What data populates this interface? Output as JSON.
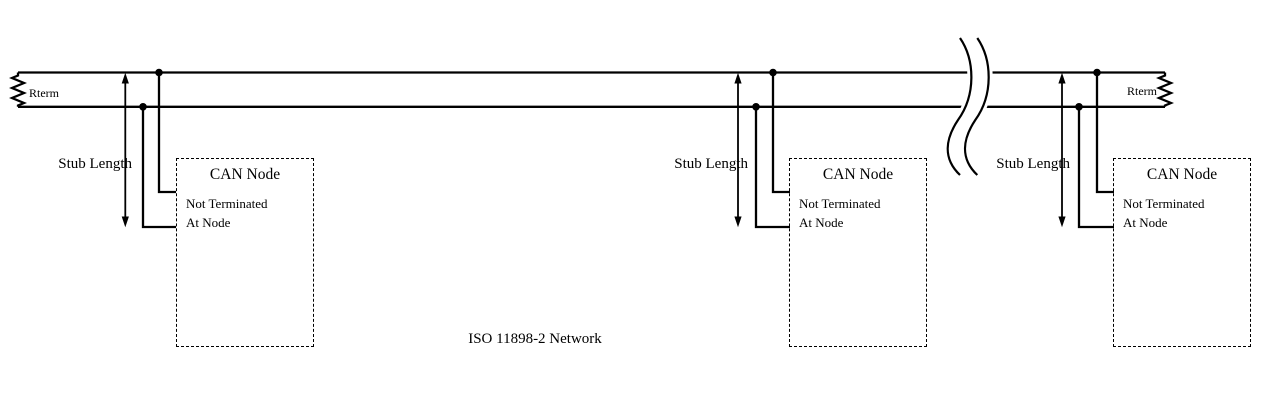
{
  "diagram": {
    "caption": "ISO 11898-2 Network",
    "terminators": {
      "left_label": "Rterm",
      "right_label": "Rterm"
    },
    "nodes": [
      {
        "stub_label": "Stub Length",
        "title": "CAN Node",
        "note_line1": "Not Terminated",
        "note_line2": "At Node"
      },
      {
        "stub_label": "Stub Length",
        "title": "CAN Node",
        "note_line1": "Not Terminated",
        "note_line2": "At Node"
      },
      {
        "stub_label": "Stub Length",
        "title": "CAN Node",
        "note_line1": "Not Terminated",
        "note_line2": "At Node"
      }
    ],
    "colors": {
      "line": "#000000",
      "background": "#ffffff"
    }
  }
}
